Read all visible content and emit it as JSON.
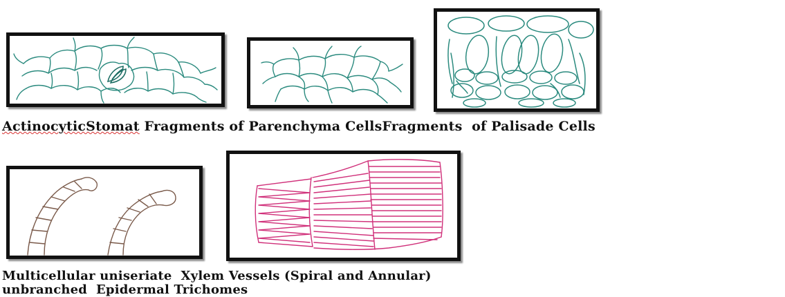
{
  "captions": {
    "row1_stoma": "ActinocyticStomat",
    "row1_rest": " Fragments of Parenchyma CellsFragments  of Palisade Cells",
    "row2_line1": "Multicellular uniseriate  Xylem Vessels (Spiral and Annular)",
    "row2_line2": "unbranched  Epidermal Trichomes"
  },
  "colors": {
    "cell_outline": "#2a8a7e",
    "trichome_outline": "#7a5a4a",
    "vessel": "#d0307a",
    "frame": "#111111",
    "spellcheck_underline": "#d83030"
  }
}
